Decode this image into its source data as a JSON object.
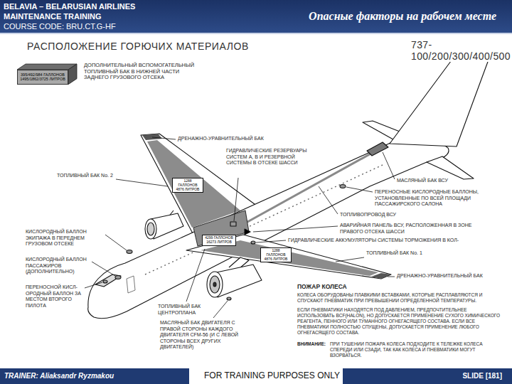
{
  "diagram": {
    "title": "РАСПОЛОЖЕНИЕ ГОРЮЧИХ МАТЕРИАЛОВ",
    "nodes": [
      {
        "text": [
          "BELAVIA – BELARUSIAN AIRLINES",
          "MAINTENANCE TRAINING",
          "COURSE CODE: BRU.CT.G-HF",
          "Опасные факторы на рабочем месте"
        ]
      },
      {
        "text": [
          "395/492/984 ГАЛЛОНОВ 1495/1862/3725 ЛИТРОВ"
        ]
      },
      {
        "text": [
          "1288 ГАЛЛОНОВ 4876 ЛИТРОВ"
        ]
      },
      {
        "text": [
          "4299 ГАЛЛОНОВ 16273 ЛИТРОВ"
        ]
      },
      {
        "text": [
          "1288 ГАЛЛОНОВ 4876 ЛИТРОВ"
        ]
      },
      {
        "text": [
          "TRAINER: Aliaksandr Ryzmakou",
          "FOR TRAINING PURPOSES ONLY",
          "SLIDE [181]"
        ]
      }
    ],
    "labels": [
      "737-100/200/300/400/500",
      "ДОПОЛНИТЕЛЬНЫЙ ВСПОМОГАТЕЛЬНЫЙ ТОПЛИВНЫЙ БАК В НИЖНЕЙ ЧАСТИ ЗАДНЕГО ГРУЗОВОГО ОТСЕКА",
      "ДРЕНАЖНО-УРАВНИТЕЛЬНЫЙ БАК",
      "ГИДРАВЛИЧЕСКИЕ РЕЗЕРВУАРЫ СИСТЕМ А, В И РЕЗЕРВНОЙ СИСТЕМЫ В ОТСЕКЕ ШАССИ",
      "ТОПЛИВНЫЙ БАК No. 2",
      "МАСЛЯНЫЙ БАК ВСУ",
      "ПЕРЕНОСНЫЕ КИСЛОРОДНЫЕ БАЛЛОНЫ, УСТАНОВЛЕННЫЕ ПО ВСЕЙ ПЛОЩАДИ ПАССАЖИРСКОГО САЛОНА",
      "ТОПЛИВОПРОВОД ВСУ",
      "АВАРИЙНАЯ ПАНЕЛЬ ВСУ, РАСПОЛОЖЕННАЯ В ЗОНЕ ПРАВОГО ОТСЕКА ШАССИ",
      "ГИДРАВЛИЧЕСКИЕ АККУМУЛЯТОРЫ СИСТЕМЫ ТОРМОЖЕНИЯ В КОЛ-",
      "ТОПЛИВНЫЙ БАК No. 1",
      "ДРЕНАЖНО-УРАВНИТЕЛЬНЫЙ БАК",
      "КИСЛОРОДНЫЙ БАЛЛОН ЭКИПАЖА В ПЕРЕДНЕМ ГРУЗОВОМ ОТСЕКЕ",
      "КИСЛОРОДНЫЙ БАЛЛОН ПАССАЖИРОВ (ДОПОЛНИТЕЛЬНО)",
      "ПЕРЕНОСНОЙ КИСЛ- ОРОДНЫЙ БАЛЛОН ЗА МЕСТОМ ВТОРОГО ПИЛОТА",
      "ТОПЛИВНЫЙ БАК ЦЕНТРОПЛАНА",
      "МАСЛЯНЫЙ БАК ДВИГАТЕЛЯ С ПРАВОЙ СТОРОНЫ КАЖДОГО ДВИГАТЕЛЯ CFM-56 (И С ЛЕВОЙ СТОРОНЫ ВСЕХ ДРУГИХ ДВИГАТЕЛЕЙ)",
      "ПОЖАР КОЛЕСА",
      "КОЛЕСА ОБОРУДОВАНЫ ПЛАВКИМИ ВСТАВКАМИ, КОТОРЫЕ РАСПЛАВЛЯЮТСЯ И СПУСКАЮТ ПНЕВМАТИК ПРИ ПРЕВЫШЕНИИ ОПРЕДЕЛЕННОЙ ТЕМПЕРАТУРЫ.",
      "ЕСЛИ ПНЕВМАТИКИ НАХОДЯТСЯ ПОД ДАВЛЕНИЕМ, ПРЕДПОЧТИТЕЛЬНЕЕ ИСПОЛЬЗОВАТЬ BCF(HALON), НО ДОПУСКАЕТСЯ ПРИМЕНЕНИЕ СУХОГО ХИМИЧЕСКОГО РЕАГЕНТА, ПЕННОГО ИЛИ ТУМАННОГО ОГНЕГАСЯЩЕГО СОСТАВА. ЕСЛИ ВСЕ ПНЕВМАТИКИ ПОЛНОСТЬЮ СПУЩЕНЫ, ДОПУСКАЕТСЯ ПРИМЕНЕНИЕ ЛЮБОГО ОГНЕГАСЯЩЕГО СОСТАВА.",
      "ВНИМАНИЕ:",
      "ПРИ ТУШЕНИИ ПОЖАРА КОЛЕСА ПОДХОДИТЕ К ТЕЛЕЖКЕ КОЛЕСА СПЕРЕДИ ИЛИ СЗАДИ, ТАК КАК КОЛЕСА И ПНЕВМАТИКИ МОГУТ ВЗОРВАТЬСЯ."
    ]
  }
}
